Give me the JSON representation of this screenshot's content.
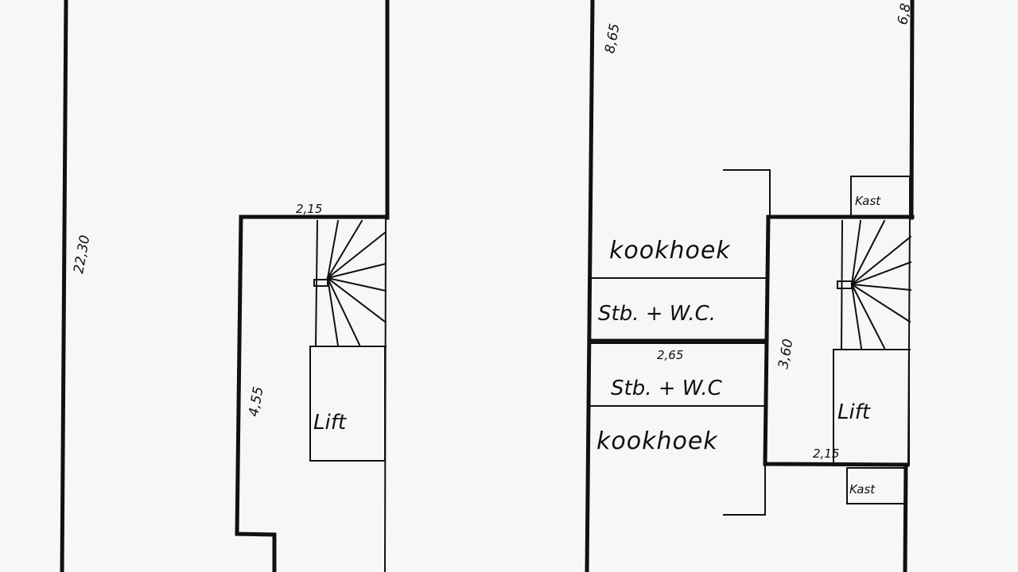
{
  "left_plan": {
    "dim_total_length": "22,30",
    "dim_top_width": "2,15",
    "dim_side": "4,55",
    "lift_label": "Lift"
  },
  "right_plan": {
    "dim_left": "8,65",
    "dim_right": "6,8",
    "kast_top": "Kast",
    "kookhoek_top": "kookhoek",
    "stb_wc_top": "Stb. + W.C.",
    "dim_middle": "2,65",
    "stb_wc_bottom": "Stb. + W.C",
    "kookhoek_bottom": "kookhoek",
    "dim_stair": "3,60",
    "lift_label": "Lift",
    "dim_bottom_width": "2,15",
    "kast_bottom": "Kast"
  }
}
